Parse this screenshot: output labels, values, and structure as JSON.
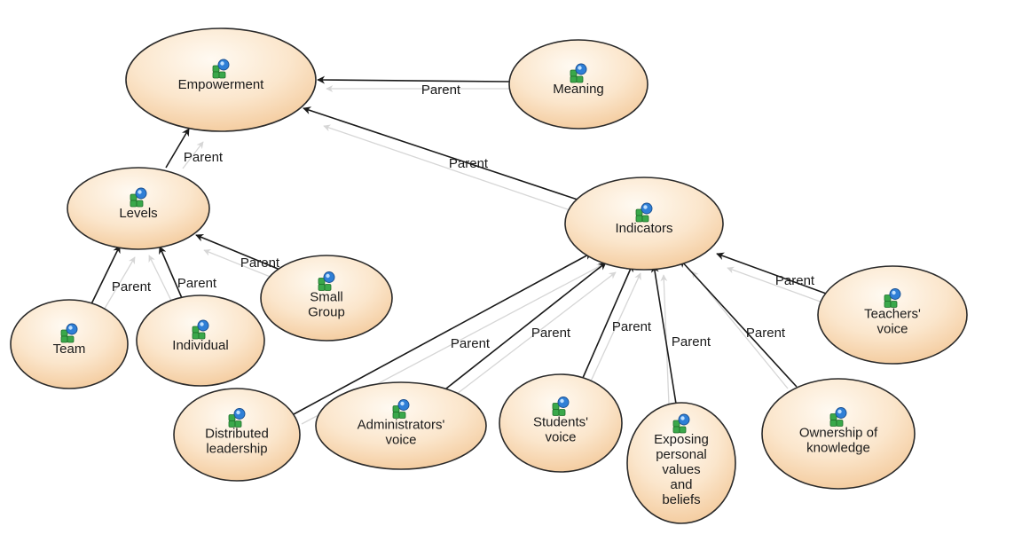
{
  "diagram": {
    "edge_label": "Parent",
    "nodes": [
      {
        "id": "empowerment",
        "label_lines": [
          "Empowerment"
        ]
      },
      {
        "id": "meaning",
        "label_lines": [
          "Meaning"
        ]
      },
      {
        "id": "levels",
        "label_lines": [
          "Levels"
        ]
      },
      {
        "id": "indicators",
        "label_lines": [
          "Indicators"
        ]
      },
      {
        "id": "team",
        "label_lines": [
          "Team"
        ]
      },
      {
        "id": "individual",
        "label_lines": [
          "Individual"
        ]
      },
      {
        "id": "small_group",
        "label_lines": [
          "Small",
          "Group"
        ]
      },
      {
        "id": "teachers_voice",
        "label_lines": [
          "Teachers'",
          "voice"
        ]
      },
      {
        "id": "distributed_leadership",
        "label_lines": [
          "Distributed",
          "leadership"
        ]
      },
      {
        "id": "administrators_voice",
        "label_lines": [
          "Administrators'",
          "voice"
        ]
      },
      {
        "id": "students_voice",
        "label_lines": [
          "Students'",
          "voice"
        ]
      },
      {
        "id": "exposing_values",
        "label_lines": [
          "Exposing",
          "personal",
          "values",
          "and",
          "beliefs"
        ]
      },
      {
        "id": "ownership_knowledge",
        "label_lines": [
          "Ownership of",
          "knowledge"
        ]
      }
    ],
    "edges": [
      {
        "from": "meaning",
        "to": "empowerment",
        "label": "Parent"
      },
      {
        "from": "levels",
        "to": "empowerment",
        "label": "Parent"
      },
      {
        "from": "indicators",
        "to": "empowerment",
        "label": "Parent"
      },
      {
        "from": "team",
        "to": "levels",
        "label": "Parent"
      },
      {
        "from": "individual",
        "to": "levels",
        "label": "Parent"
      },
      {
        "from": "small_group",
        "to": "levels",
        "label": "Parent"
      },
      {
        "from": "distributed_leadership",
        "to": "indicators",
        "label": "Parent"
      },
      {
        "from": "administrators_voice",
        "to": "indicators",
        "label": "Parent"
      },
      {
        "from": "students_voice",
        "to": "indicators",
        "label": "Parent"
      },
      {
        "from": "exposing_values",
        "to": "indicators",
        "label": "Parent"
      },
      {
        "from": "ownership_knowledge",
        "to": "indicators",
        "label": "Parent"
      },
      {
        "from": "teachers_voice",
        "to": "indicators",
        "label": "Parent"
      }
    ],
    "node_icon": "concept-map-node-icon",
    "colors": {
      "node_fill_light": "#fffaf2",
      "node_fill_dark": "#f6d2a8",
      "node_stroke": "#2a2a2a",
      "edge": "#1a1a1a",
      "icon_green": "#3aa84a",
      "icon_blue": "#2f7fd6"
    }
  }
}
